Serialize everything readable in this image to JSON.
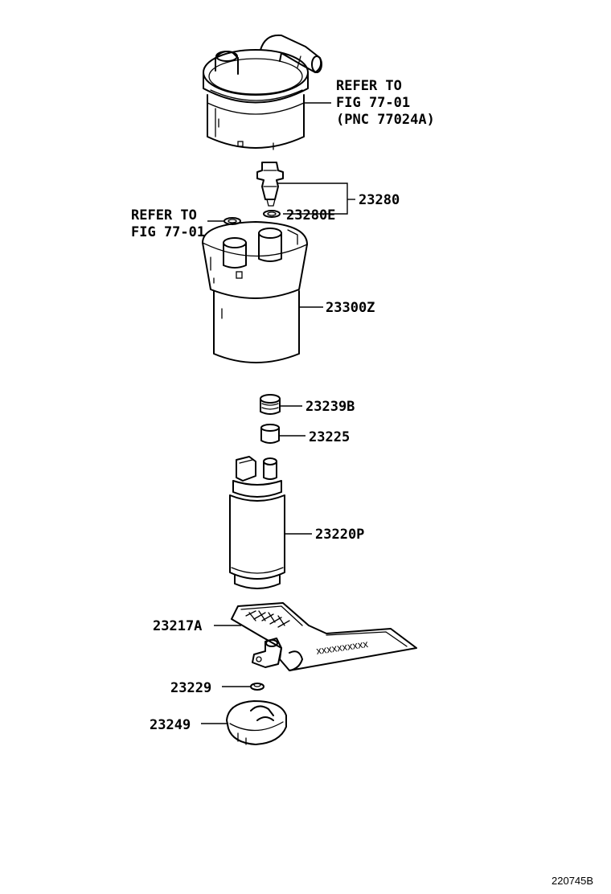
{
  "labels": {
    "refer_top_1": "REFER TO",
    "refer_top_2": "FIG 77-01",
    "refer_top_3": "(PNC 77024A)",
    "refer_left_1": "REFER TO",
    "refer_left_2": "FIG 77-01",
    "p23280": "23280",
    "p23280E": "23280E",
    "p23300Z": "23300Z",
    "p23239B": "23239B",
    "p23225": "23225",
    "p23220P": "23220P",
    "p23217A": "23217A",
    "p23229": "23229",
    "p23249": "23249",
    "hatch_marks": "xxxxxxxxxx"
  },
  "figure_id": "220745B"
}
